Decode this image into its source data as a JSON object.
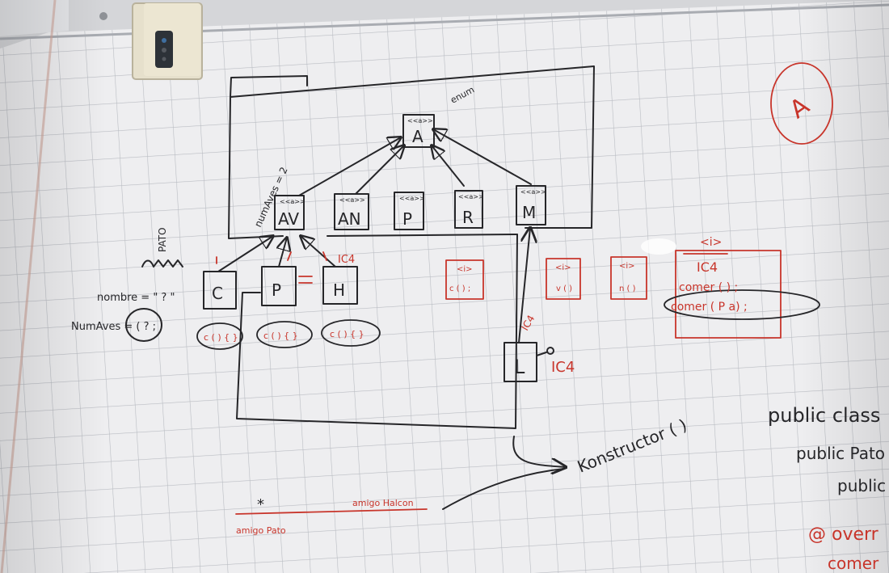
{
  "colors": {
    "wall": "#d9dadc",
    "board": "#eeeef0",
    "grid": "#b9bcc2",
    "ink_black": "#262629",
    "ink_red": "#c8352b"
  },
  "diagram": {
    "root_class": "A",
    "root_stereotype": "<<a>>",
    "root_note": "enum",
    "level1_classes": [
      {
        "label": "AV",
        "stereotype": "<<a>>"
      },
      {
        "label": "AN",
        "stereotype": "<<a>>"
      },
      {
        "label": "P",
        "stereotype": "<<a>>"
      },
      {
        "label": "R",
        "stereotype": "<<a>>"
      },
      {
        "label": "M",
        "stereotype": "<<a>>"
      }
    ],
    "av_note": "numAves = 2",
    "side_note_title": "PATO",
    "side_note_line1": "nombre = \" ? \"",
    "side_note_line2": "NumAves = ( ? ;",
    "subclasses": [
      "C",
      "P",
      "H"
    ],
    "subclass_tag": "IC4",
    "behaviour_labels": [
      "c ( ) { }",
      "c ( ) { }",
      "c ( ) { }"
    ],
    "interfaces": [
      {
        "stereotype": "<i>",
        "method": "c ( ) ;"
      },
      {
        "stereotype": "<i>",
        "method": "v ( )"
      },
      {
        "stereotype": "<i>",
        "method": "n ( )"
      }
    ],
    "ic4_box": {
      "stereotype": "<i>",
      "title": "IC4",
      "method1": "comer ( ) ;",
      "method2": "comer ( P a) ;"
    },
    "l_class": "L",
    "l_interface_label": "IC4",
    "l_tag": "IC4",
    "constructor_note": "Konstructor ( )",
    "association_star": "*",
    "assoc_label_top": "amigo Halcon",
    "assoc_label_bottom": "amigo Pato",
    "circle_mark": "A"
  },
  "code_snippet": {
    "line1": "public class",
    "line2": "public Pato",
    "line3": "public",
    "line4": "@ overr",
    "line5": "comer"
  }
}
